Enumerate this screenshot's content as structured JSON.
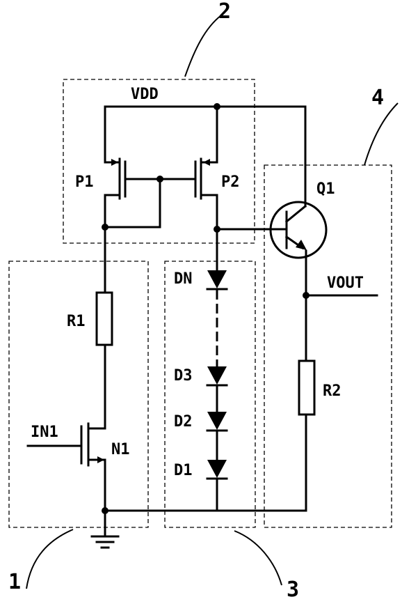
{
  "labels": {
    "vdd": "VDD",
    "p1": "P1",
    "p2": "P2",
    "q1": "Q1",
    "vout": "VOUT",
    "dn": "DN",
    "r1": "R1",
    "r2": "R2",
    "d3": "D3",
    "d2": "D2",
    "d1": "D1",
    "in1": "IN1",
    "n1": "N1"
  },
  "block_numbers": {
    "one": "1",
    "two": "2",
    "three": "3",
    "four": "4"
  }
}
